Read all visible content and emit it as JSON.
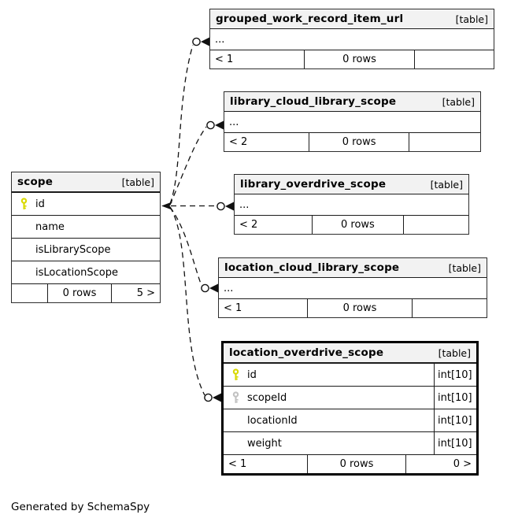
{
  "colors": {
    "pk_key": "#d9d900",
    "fk_key": "#c2c2c2",
    "header_bg": "#f2f2f2",
    "line": "#111111"
  },
  "credit": "Generated by SchemaSpy",
  "tables": [
    {
      "name": "grouped_work_record_item_url",
      "badge": "[table]",
      "collapsed_label": "...",
      "footer": {
        "left": "< 1",
        "center": "0 rows",
        "right": ""
      }
    },
    {
      "name": "library_cloud_library_scope",
      "badge": "[table]",
      "collapsed_label": "...",
      "footer": {
        "left": "< 2",
        "center": "0 rows",
        "right": ""
      }
    },
    {
      "name": "library_overdrive_scope",
      "badge": "[table]",
      "collapsed_label": "...",
      "footer": {
        "left": "< 2",
        "center": "0 rows",
        "right": ""
      }
    },
    {
      "name": "location_cloud_library_scope",
      "badge": "[table]",
      "collapsed_label": "...",
      "footer": {
        "left": "< 1",
        "center": "0 rows",
        "right": ""
      }
    },
    {
      "name": "location_overdrive_scope",
      "badge": "[table]",
      "columns": [
        {
          "name": "id",
          "type": "int[10]",
          "key": "primary"
        },
        {
          "name": "scopeId",
          "type": "int[10]",
          "key": "foreign"
        },
        {
          "name": "locationId",
          "type": "int[10]",
          "key": ""
        },
        {
          "name": "weight",
          "type": "int[10]",
          "key": ""
        }
      ],
      "footer": {
        "left": "< 1",
        "center": "0 rows",
        "right": "0 >"
      }
    },
    {
      "name": "scope",
      "badge": "[table]",
      "columns": [
        {
          "name": "id",
          "key": "primary"
        },
        {
          "name": "name",
          "key": ""
        },
        {
          "name": "isLibraryScope",
          "key": ""
        },
        {
          "name": "isLocationScope",
          "key": ""
        }
      ],
      "footer": {
        "left": "",
        "center": "0 rows",
        "right": "5 >"
      }
    }
  ]
}
